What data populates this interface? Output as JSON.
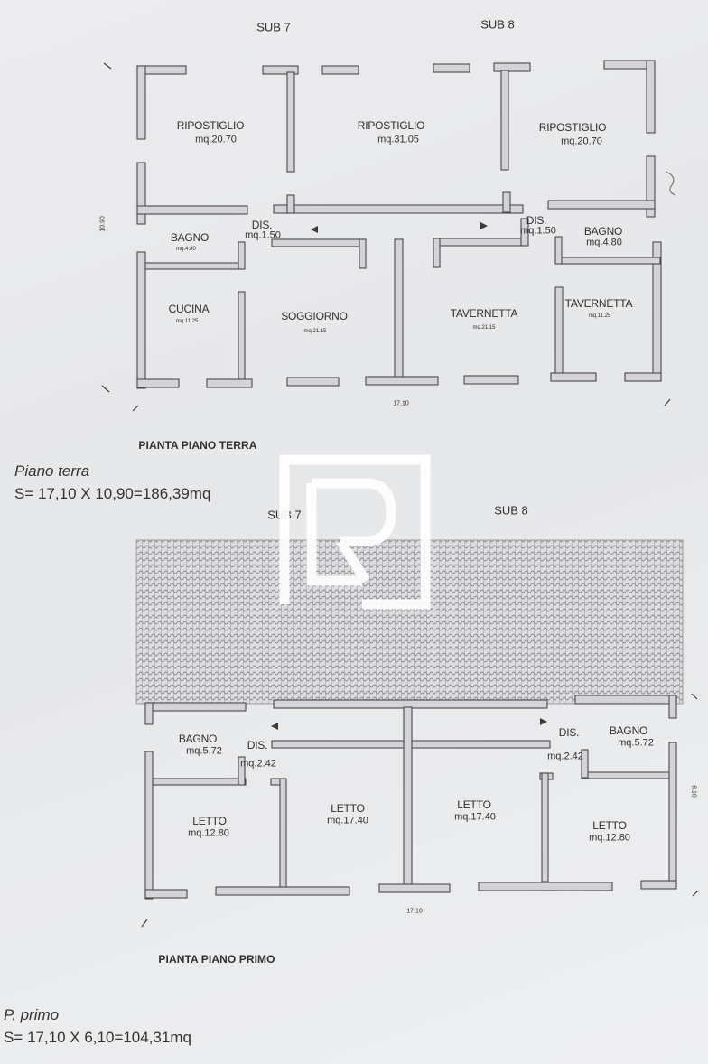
{
  "sub_labels": {
    "ground_left": "SUB 7",
    "ground_right": "SUB 8",
    "first_left": "SUB 7",
    "first_right": "SUB 8"
  },
  "ground_floor": {
    "title": "PIANTA PIANO TERRA",
    "width_dim": "17.10",
    "depth_dim": "10.90",
    "rooms": {
      "ripostiglio_left": {
        "name": "RIPOSTIGLIO",
        "area": "mq.20.70"
      },
      "ripostiglio_center": {
        "name": "RIPOSTIGLIO",
        "area": "mq.31.05"
      },
      "ripostiglio_right": {
        "name": "RIPOSTIGLIO",
        "area": "mq.20.70"
      },
      "bagno_left": {
        "name": "BAGNO",
        "area": "mq.4.80"
      },
      "dis_left": {
        "name": "DIS.",
        "area": "mq.1.50"
      },
      "dis_right": {
        "name": "DIS.",
        "area": "mq.1.50"
      },
      "bagno_right": {
        "name": "BAGNO",
        "area": "mq.4.80"
      },
      "cucina": {
        "name": "CUCINA",
        "area": "mq.11.25"
      },
      "soggiorno": {
        "name": "SOGGIORNO",
        "area": "mq.21.15"
      },
      "tavernetta_center": {
        "name": "TAVERNETTA",
        "area": "mq.21.15"
      },
      "tavernetta_right": {
        "name": "TAVERNETTA",
        "area": "mq.11.25"
      }
    }
  },
  "ground_summary": {
    "label": "Piano terra",
    "formula": "S= 17,10 X 10,90=186,39mq"
  },
  "first_floor": {
    "title": "PIANTA PIANO PRIMO",
    "width_dim": "17.10",
    "depth_dim": "6.10",
    "rooms": {
      "bagno_left": {
        "name": "BAGNO",
        "area": "mq.5.72"
      },
      "dis_left": {
        "name": "DIS.",
        "area": "mq.2.42"
      },
      "dis_right": {
        "name": "DIS.",
        "area": "mq.2.42"
      },
      "bagno_right": {
        "name": "BAGNO",
        "area": "mq.5.72"
      },
      "letto_1": {
        "name": "LETTO",
        "area": "mq.12.80"
      },
      "letto_2": {
        "name": "LETTO",
        "area": "mq.17.40"
      },
      "letto_3": {
        "name": "LETTO",
        "area": "mq.17.40"
      },
      "letto_4": {
        "name": "LETTO",
        "area": "mq.12.80"
      }
    }
  },
  "first_summary": {
    "label": "P. primo",
    "formula": "S= 17,10 X 6,10=104,31mq"
  },
  "colors": {
    "paper": "#e9eaec",
    "wall_fill": "#d3d4d7",
    "wall_stroke": "#4a4a4a",
    "roof_tile": "#8a8a8a",
    "watermark": "#ffffff"
  }
}
